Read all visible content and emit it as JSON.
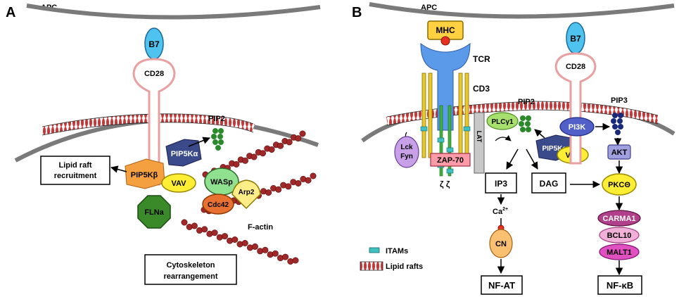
{
  "panel_a": {
    "letter": "A",
    "apc": "APC",
    "b7": "B7",
    "cd28": "CD28",
    "pip2": "PIP2",
    "pip5ka": "PIP5Kα",
    "pip5kb": "PIP5Kβ",
    "vav": "VAV",
    "flna": "FLNa",
    "wasp": "WASp",
    "arp2": "Arp2",
    "cdc42": "Cdc42",
    "factin": "F-actin",
    "lipid_raft_1": "Lipid raft",
    "lipid_raft_2": "recruitment",
    "cyto_1": "Cytoskeleton",
    "cyto_2": "rearrangement"
  },
  "panel_b": {
    "letter": "B",
    "apc": "APC",
    "mhc": "MHC",
    "tcr": "TCR",
    "cd3": "CD3",
    "b7": "B7",
    "cd28": "CD28",
    "pip2": "PIP2",
    "pip3": "PIP3",
    "lck": "Lck",
    "fyn": "Fyn",
    "zap70": "ZAP-70",
    "zeta": "ζ ζ",
    "lat": "LAT",
    "plcg1": "PLCγ1",
    "pip5ka": "PIP5Kα",
    "vav": "VAV",
    "pi3k": "PI3K",
    "akt": "AKT",
    "pkc": "PKCΘ",
    "ip3": "IP3",
    "dag": "DAG",
    "ca": "Ca",
    "ca_sup": "2+",
    "cn": "CN",
    "nfat": "NF-AT",
    "carma1": "CARMA1",
    "bcl10": "BCL10",
    "malt1": "MALT1",
    "nfkb": "NF-κB",
    "legend_itams": "ITAMs",
    "legend_rafts": "Lipid rafts"
  },
  "colors": {
    "membrane": "#7a7a7a",
    "raft": "#cc3333",
    "b7": "#4fc3ef",
    "cd28": "#e8a0a0",
    "pip5ka": "#3a4a8a",
    "pip5kb": "#f5a040",
    "vav": "#ffee33",
    "flna": "#3a8a2a",
    "wasp": "#8fe08f",
    "cdc42": "#e87030",
    "mhc": "#ffd040",
    "tcr": "#5a9ae8",
    "zap70": "#ff9aa8",
    "lck": "#c8a0e8",
    "pi3k": "#5060c8",
    "akt": "#a0a0e0",
    "carma1": "#b0408a",
    "bcl10": "#f0b0d8",
    "malt1": "#e050c0",
    "cn": "#f8c070",
    "itam": "#40c0c0"
  }
}
